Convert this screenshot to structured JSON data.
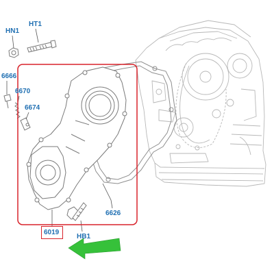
{
  "callouts": {
    "hn1": "HN1",
    "ht1": "HT1",
    "p6666": "6666",
    "p6670": "6670",
    "p6674": "6674",
    "p6626": "6626",
    "p6019": "6019",
    "hb1": "HB1"
  },
  "colors": {
    "callout_text": "#1f6fb2",
    "highlight_box": "#d8222a",
    "arrow": "#2fbf3a",
    "linework": "#8a8a8a",
    "engine_linework": "#b5b5b5"
  },
  "highlighted_part": "6019"
}
